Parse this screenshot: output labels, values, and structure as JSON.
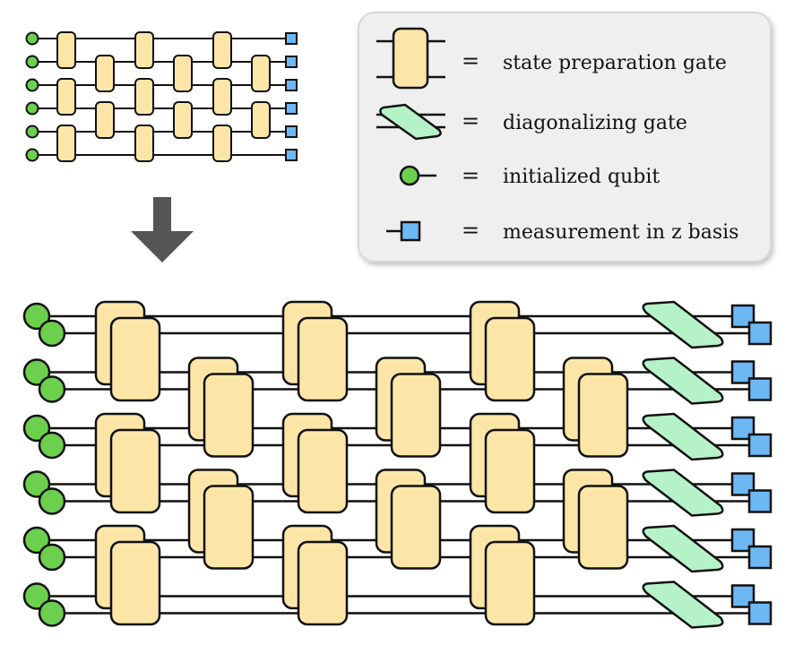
{
  "legend": {
    "items": [
      {
        "symbol": "state-preparation-gate",
        "equals": "=",
        "label": "state preparation gate",
        "color": "#fbe6a8"
      },
      {
        "symbol": "diagonalizing-gate",
        "equals": "=",
        "label": "diagonalizing gate",
        "color": "#b5f2c8"
      },
      {
        "symbol": "initialized-qubit",
        "equals": "=",
        "label": "initialized qubit",
        "color": "#6ccf4e"
      },
      {
        "symbol": "measurement-z-basis",
        "equals": "=",
        "label": "measurement in z basis",
        "color": "#6cb8f5"
      }
    ]
  },
  "colors": {
    "gate_fill": "#fbe6a8",
    "diag_fill": "#b5f2c8",
    "qubit_fill": "#6ccf4e",
    "measure_fill": "#6cb8f5",
    "legend_bg": "#efefef",
    "arrow": "#555555"
  },
  "small_circuit": {
    "qubits": 6
  },
  "big_circuit": {
    "pairs": 6
  }
}
